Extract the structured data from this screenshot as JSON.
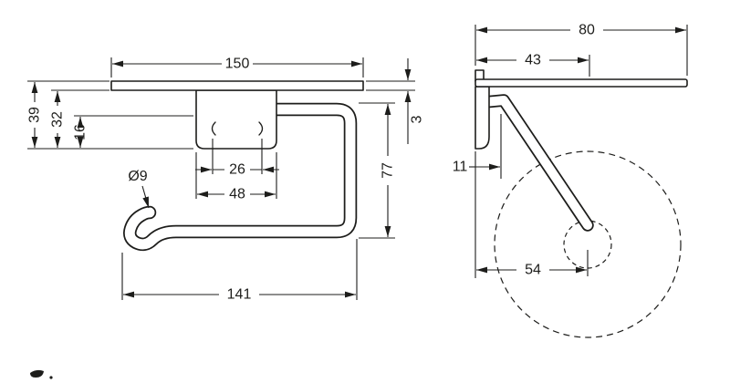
{
  "front_view": {
    "dim_width_top": "150",
    "dim_height_total": "39",
    "dim_height_under_shelf": "32",
    "dim_height_bar_to_plate": "16",
    "dim_slot_spacing": "26",
    "dim_plate_width": "48",
    "dim_bar_diameter": "Ø9",
    "dim_bar_drop": "77",
    "dim_shelf_thickness": "3",
    "dim_width_bottom": "141"
  },
  "side_view": {
    "dim_depth_total": "80",
    "dim_depth_bar": "43",
    "dim_wall_clearance": "11",
    "dim_roll_center_offset": "54"
  },
  "style": {
    "line_color": "#1d1d1b",
    "background": "#ffffff"
  }
}
